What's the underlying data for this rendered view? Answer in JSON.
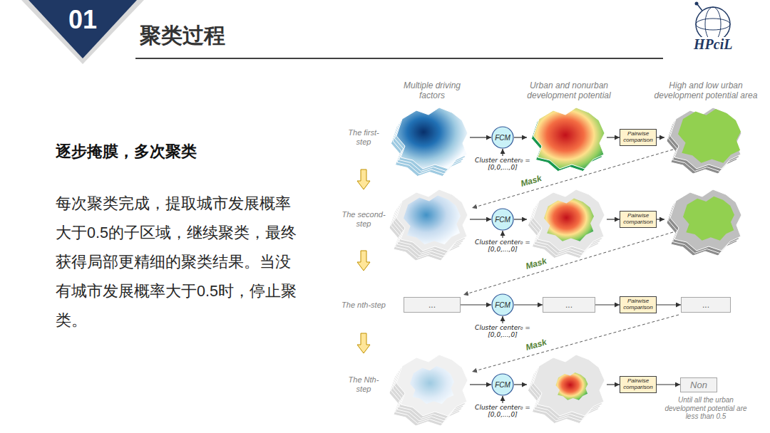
{
  "diagram": {
    "title": "聚类过程",
    "nodes": [
      {
        "text": [
          "FCM"
        ]
      },
      {
        "text": [
          "Pairwise comparison"
        ]
      },
      {
        "text": [
          "FCM"
        ]
      },
      {
        "text": [
          "Pairwise comparison"
        ]
      },
      {
        "text": [
          "..."
        ]
      },
      {
        "text": [
          "FCM"
        ]
      },
      {
        "text": [
          "..."
        ]
      },
      {
        "text": [
          "Pairwise comparison"
        ]
      },
      {
        "text": [
          "..."
        ]
      },
      {
        "text": [
          "FCM"
        ]
      },
      {
        "text": [
          "Pairwise comparison"
        ]
      },
      {
        "text": [
          "Non"
        ]
      }
    ],
    "edges": [
      {
        "from": 4,
        "to": 5,
        "arrow": "to"
      },
      {
        "from": 5,
        "to": 6,
        "arrow": "to"
      },
      {
        "from": 6,
        "to": 7,
        "arrow": "to"
      },
      {
        "from": 7,
        "to": 8,
        "arrow": "to"
      },
      {
        "from": 10,
        "to": 11,
        "arrow": "to"
      }
    ],
    "labels": [
      "01",
      "HPciL",
      "逐步掩膜，多次聚类",
      "每次聚类完成，提取城市发展概率大于0.5的子区域，继续聚类，最终获得局部更精细的聚类结果。当没有城市发展概率大于0.5时，停止聚类。",
      "Multiple driving factors",
      "Urban and nonurban development potential",
      "High and low urban development potential area",
      "The first-step",
      "The second-step",
      "The nth-step",
      "The Nth-step",
      "Cluster center₀ =[0,0,...,0]",
      "Cluster center₀ =[0,0,...,0]",
      "Cluster center₀ =[0,0,...,0]",
      "Cluster center₀ =[0,0,...,0]",
      "Mask",
      "Mask",
      "Mask",
      "Until all the urban development potential are less than 0.5"
    ]
  }
}
